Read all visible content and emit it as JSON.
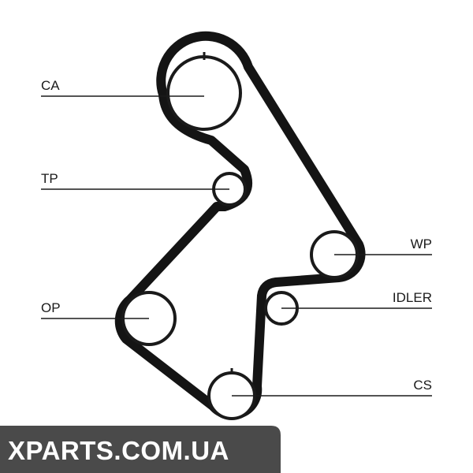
{
  "labels": {
    "ca": "CA",
    "tp": "TP",
    "wp": "WP",
    "op": "OP",
    "idler": "IDLER",
    "cs": "CS"
  },
  "watermark": {
    "text": "XPARTS.COM.UA",
    "bg_color": "#4a4a4a",
    "text_color": "#ffffff"
  },
  "colors": {
    "belt": "#141414",
    "line": "#1a1a1a",
    "background": "#ffffff"
  }
}
